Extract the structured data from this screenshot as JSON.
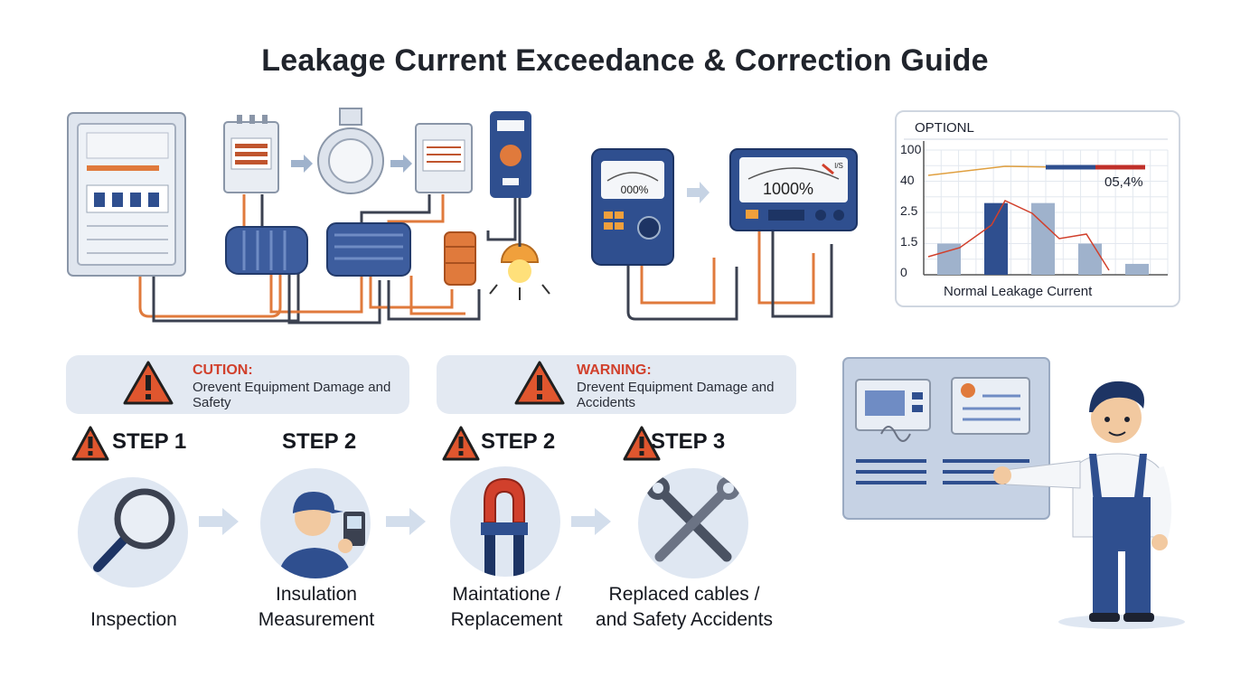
{
  "title": "Leakage Current Exceedance & Correction Guide",
  "meters": {
    "meter1_reading": "000%",
    "meter2_reading": "1000%",
    "meter2_small": "I/S"
  },
  "chart_data": {
    "type": "bar",
    "title": "OPTIONL",
    "xlabel": "Normal Leakage Current",
    "ytick_labels": [
      "100",
      "40",
      "2.5",
      "1.5",
      "0"
    ],
    "annotation": "05,4%",
    "values": [
      1.0,
      2.3,
      2.3,
      1.0,
      0.35
    ],
    "ylim": [
      0,
      4
    ],
    "grid": true
  },
  "banners": [
    {
      "title": "CUTION:",
      "text": "Orevent Equipment Damage and Safety"
    },
    {
      "title": "WARNING:",
      "text": "Drevent Equipment Damage and Accidents"
    }
  ],
  "steps": [
    {
      "label": "STEP 1",
      "caption_lines": [
        "Inspection"
      ],
      "icon": "magnifier-icon",
      "warning": true
    },
    {
      "label": "STEP 2",
      "caption_lines": [
        "Insulation",
        "Measurement"
      ],
      "icon": "technician-icon",
      "warning": false
    },
    {
      "label": "STEP 2",
      "caption_lines": [
        "Maintatione /",
        "Replacement"
      ],
      "icon": "clamp-meter-icon",
      "warning": true
    },
    {
      "label": "STEP 3",
      "caption_lines": [
        "Replaced cables /",
        "and Safety Accidents"
      ],
      "icon": "wrench-icon",
      "warning": true
    }
  ],
  "colors": {
    "accent_blue": "#2f4f8f",
    "warning_red": "#d1402c",
    "panel_bg": "#e3e9f2",
    "cable_orange": "#e07a3c"
  }
}
